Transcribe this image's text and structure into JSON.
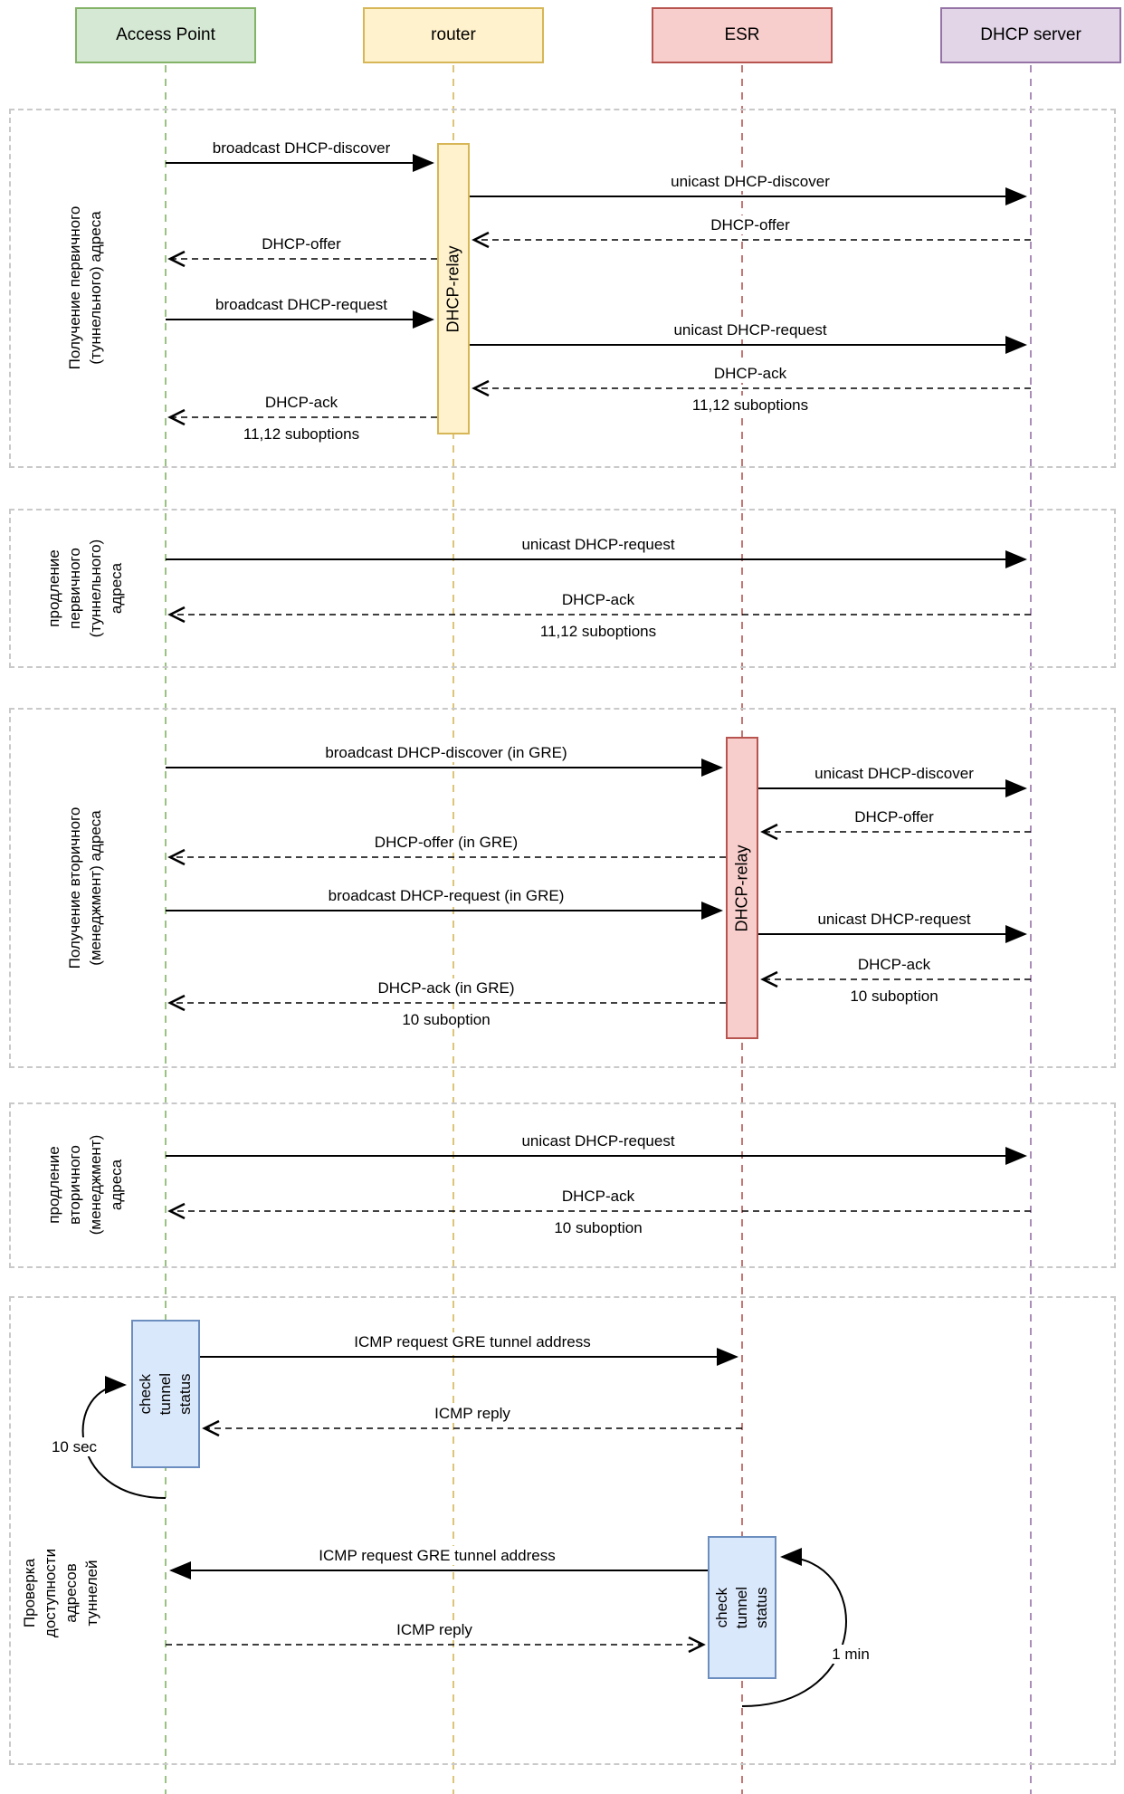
{
  "actors": [
    {
      "label": "Access Point"
    },
    {
      "label": "router"
    },
    {
      "label": "ESR"
    },
    {
      "label": "DHCP server"
    }
  ],
  "colors": {
    "access_point": "#82b366",
    "router": "#d6b656",
    "esr": "#b85450",
    "dhcp_server": "#9673a6",
    "check_box": "#6c8ebf",
    "access_point_fill": "#d5e8d4",
    "router_fill": "#fff2cc",
    "esr_fill": "#f8cecc",
    "dhcp_server_fill": "#e1d5e7",
    "check_box_fill": "#dae8fc"
  },
  "sections": [
    {
      "label": "Получение первичного\n(туннельного)  адреса"
    },
    {
      "label": "продление\nпервичного\n(туннельного)\nадреса"
    },
    {
      "label": "Получение вторичного\n(менеджмент)  адреса"
    },
    {
      "label": "продление\nвторичного\n(менеджмент)\nадреса"
    },
    {
      "label": "Проверка\nдоступности\nадресов\nтуннелей"
    }
  ],
  "relays": [
    {
      "label": "DHCP-relay"
    },
    {
      "label": "DHCP-relay"
    }
  ],
  "checks": [
    {
      "label": "check\ntunnel status"
    },
    {
      "label": "check\ntunnel status"
    }
  ],
  "timers": [
    {
      "label": "10 sec"
    },
    {
      "label": "1 min"
    }
  ],
  "messages": [
    {
      "text": "broadcast DHCP-discover"
    },
    {
      "text": "unicast DHCP-discover"
    },
    {
      "text": "DHCP-offer"
    },
    {
      "text": "DHCP-offer"
    },
    {
      "text": "broadcast  DHCP-request"
    },
    {
      "text": "unicast DHCP-request"
    },
    {
      "text": "DHCP-ack",
      "sub": "11,12 suboptions"
    },
    {
      "text": "DHCP-ack",
      "sub": "11,12 suboptions"
    },
    {
      "text": "unicast DHCP-request"
    },
    {
      "text": "DHCP-ack",
      "sub": "11,12 suboptions"
    },
    {
      "text": "broadcast DHCP-discover (in GRE)"
    },
    {
      "text": "unicast DHCP-discover"
    },
    {
      "text": "DHCP-offer"
    },
    {
      "text": "DHCP-offer (in GRE)"
    },
    {
      "text": "broadcast  DHCP-request (in GRE)"
    },
    {
      "text": "unicast DHCP-request"
    },
    {
      "text": "DHCP-ack",
      "sub": "10 suboption"
    },
    {
      "text": "DHCP-ack (in GRE)",
      "sub": "10 suboption"
    },
    {
      "text": "unicast DHCP-request"
    },
    {
      "text": "DHCP-ack",
      "sub": "10 suboption"
    },
    {
      "text": "ICMP request  GRE tunnel address"
    },
    {
      "text": "ICMP reply"
    },
    {
      "text": "ICMP request  GRE tunnel address"
    },
    {
      "text": "ICMP reply"
    }
  ]
}
